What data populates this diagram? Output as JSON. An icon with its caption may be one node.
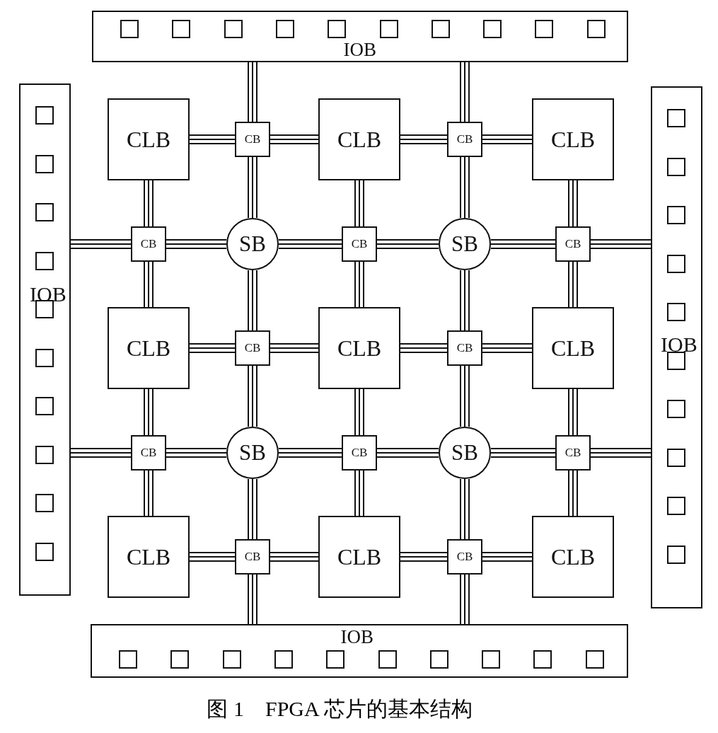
{
  "diagram": {
    "caption": "图 1　FPGA 芯片的基本结构",
    "nodes": [
      {
        "text": [
          "IOB"
        ]
      },
      {
        "text": [],
        "shape": "box",
        "in": 0
      },
      {
        "text": [],
        "shape": "box",
        "in": 0
      },
      {
        "text": [],
        "shape": "box",
        "in": 0
      },
      {
        "text": [],
        "shape": "box",
        "in": 0
      },
      {
        "text": [],
        "shape": "box",
        "in": 0
      },
      {
        "text": [],
        "shape": "box",
        "in": 0
      },
      {
        "text": [],
        "shape": "box",
        "in": 0
      },
      {
        "text": [],
        "shape": "box",
        "in": 0
      },
      {
        "text": [],
        "shape": "box",
        "in": 0
      },
      {
        "text": [],
        "shape": "box",
        "in": 0
      },
      {
        "text": [
          "IOB"
        ]
      },
      {
        "text": [],
        "shape": "box",
        "in": 11
      },
      {
        "text": [],
        "shape": "box",
        "in": 11
      },
      {
        "text": [],
        "shape": "box",
        "in": 11
      },
      {
        "text": [],
        "shape": "box",
        "in": 11
      },
      {
        "text": [],
        "shape": "box",
        "in": 11
      },
      {
        "text": [],
        "shape": "box",
        "in": 11
      },
      {
        "text": [],
        "shape": "box",
        "in": 11
      },
      {
        "text": [],
        "shape": "box",
        "in": 11
      },
      {
        "text": [],
        "shape": "box",
        "in": 11
      },
      {
        "text": [],
        "shape": "box",
        "in": 11
      },
      {
        "text": [
          "IOB"
        ]
      },
      {
        "text": [],
        "shape": "box",
        "in": 22
      },
      {
        "text": [],
        "shape": "box",
        "in": 22
      },
      {
        "text": [],
        "shape": "box",
        "in": 22
      },
      {
        "text": [],
        "shape": "box",
        "in": 22
      },
      {
        "text": [],
        "shape": "box",
        "in": 22
      },
      {
        "text": [],
        "shape": "box",
        "in": 22
      },
      {
        "text": [],
        "shape": "box",
        "in": 22
      },
      {
        "text": [],
        "shape": "box",
        "in": 22
      },
      {
        "text": [],
        "shape": "box",
        "in": 22
      },
      {
        "text": [],
        "shape": "box",
        "in": 22
      },
      {
        "text": [
          "IOB"
        ]
      },
      {
        "text": [],
        "shape": "box",
        "in": 33
      },
      {
        "text": [],
        "shape": "box",
        "in": 33
      },
      {
        "text": [],
        "shape": "box",
        "in": 33
      },
      {
        "text": [],
        "shape": "box",
        "in": 33
      },
      {
        "text": [],
        "shape": "box",
        "in": 33
      },
      {
        "text": [],
        "shape": "box",
        "in": 33
      },
      {
        "text": [],
        "shape": "box",
        "in": 33
      },
      {
        "text": [],
        "shape": "box",
        "in": 33
      },
      {
        "text": [],
        "shape": "box",
        "in": 33
      },
      {
        "text": [],
        "shape": "box",
        "in": 33
      },
      {
        "text": [
          "CLB"
        ]
      },
      {
        "text": [
          "CB"
        ]
      },
      {
        "text": [
          "CLB"
        ]
      },
      {
        "text": [
          "CB"
        ]
      },
      {
        "text": [
          "CLB"
        ]
      },
      {
        "text": [
          "CB"
        ]
      },
      {
        "text": [
          "SB"
        ]
      },
      {
        "text": [
          "CB"
        ]
      },
      {
        "text": [
          "SB"
        ]
      },
      {
        "text": [
          "CB"
        ]
      },
      {
        "text": [
          "CLB"
        ]
      },
      {
        "text": [
          "CB"
        ]
      },
      {
        "text": [
          "CLB"
        ]
      },
      {
        "text": [
          "CB"
        ]
      },
      {
        "text": [
          "CLB"
        ]
      },
      {
        "text": [
          "CB"
        ]
      },
      {
        "text": [
          "SB"
        ]
      },
      {
        "text": [
          "CB"
        ]
      },
      {
        "text": [
          "SB"
        ]
      },
      {
        "text": [
          "CB"
        ]
      },
      {
        "text": [
          "CLB"
        ]
      },
      {
        "text": [
          "CB"
        ]
      },
      {
        "text": [
          "CLB"
        ]
      },
      {
        "text": [
          "CB"
        ]
      },
      {
        "text": [
          "CLB"
        ]
      }
    ],
    "edges": [
      {
        "from": 44,
        "to": 45,
        "arrow": "none"
      },
      {
        "from": 45,
        "to": 46,
        "arrow": "none"
      },
      {
        "from": 46,
        "to": 47,
        "arrow": "none"
      },
      {
        "from": 47,
        "to": 48,
        "arrow": "none"
      },
      {
        "from": 0,
        "to": 45,
        "arrow": "none"
      },
      {
        "from": 45,
        "to": 50,
        "arrow": "none"
      },
      {
        "from": 0,
        "to": 47,
        "arrow": "none"
      },
      {
        "from": 47,
        "to": 52,
        "arrow": "none"
      },
      {
        "from": 11,
        "to": 49,
        "arrow": "none"
      },
      {
        "from": 49,
        "to": 50,
        "arrow": "none"
      },
      {
        "from": 50,
        "to": 51,
        "arrow": "none"
      },
      {
        "from": 51,
        "to": 52,
        "arrow": "none"
      },
      {
        "from": 52,
        "to": 53,
        "arrow": "none"
      },
      {
        "from": 53,
        "to": 22,
        "arrow": "none"
      },
      {
        "from": 44,
        "to": 49,
        "arrow": "none"
      },
      {
        "from": 49,
        "to": 54,
        "arrow": "none"
      },
      {
        "from": 46,
        "to": 51,
        "arrow": "none"
      },
      {
        "from": 51,
        "to": 56,
        "arrow": "none"
      },
      {
        "from": 48,
        "to": 53,
        "arrow": "none"
      },
      {
        "from": 53,
        "to": 58,
        "arrow": "none"
      },
      {
        "from": 54,
        "to": 55,
        "arrow": "none"
      },
      {
        "from": 55,
        "to": 56,
        "arrow": "none"
      },
      {
        "from": 56,
        "to": 57,
        "arrow": "none"
      },
      {
        "from": 57,
        "to": 58,
        "arrow": "none"
      },
      {
        "from": 50,
        "to": 55,
        "arrow": "none"
      },
      {
        "from": 55,
        "to": 60,
        "arrow": "none"
      },
      {
        "from": 52,
        "to": 57,
        "arrow": "none"
      },
      {
        "from": 57,
        "to": 62,
        "arrow": "none"
      },
      {
        "from": 11,
        "to": 59,
        "arrow": "none"
      },
      {
        "from": 59,
        "to": 60,
        "arrow": "none"
      },
      {
        "from": 60,
        "to": 61,
        "arrow": "none"
      },
      {
        "from": 61,
        "to": 62,
        "arrow": "none"
      },
      {
        "from": 62,
        "to": 63,
        "arrow": "none"
      },
      {
        "from": 63,
        "to": 22,
        "arrow": "none"
      },
      {
        "from": 54,
        "to": 59,
        "arrow": "none"
      },
      {
        "from": 59,
        "to": 64,
        "arrow": "none"
      },
      {
        "from": 56,
        "to": 61,
        "arrow": "none"
      },
      {
        "from": 61,
        "to": 66,
        "arrow": "none"
      },
      {
        "from": 58,
        "to": 63,
        "arrow": "none"
      },
      {
        "from": 63,
        "to": 68,
        "arrow": "none"
      },
      {
        "from": 64,
        "to": 65,
        "arrow": "none"
      },
      {
        "from": 65,
        "to": 66,
        "arrow": "none"
      },
      {
        "from": 66,
        "to": 67,
        "arrow": "none"
      },
      {
        "from": 67,
        "to": 68,
        "arrow": "none"
      },
      {
        "from": 60,
        "to": 65,
        "arrow": "none"
      },
      {
        "from": 65,
        "to": 33,
        "arrow": "none"
      },
      {
        "from": 62,
        "to": 67,
        "arrow": "none"
      },
      {
        "from": 67,
        "to": 33,
        "arrow": "none"
      }
    ]
  }
}
